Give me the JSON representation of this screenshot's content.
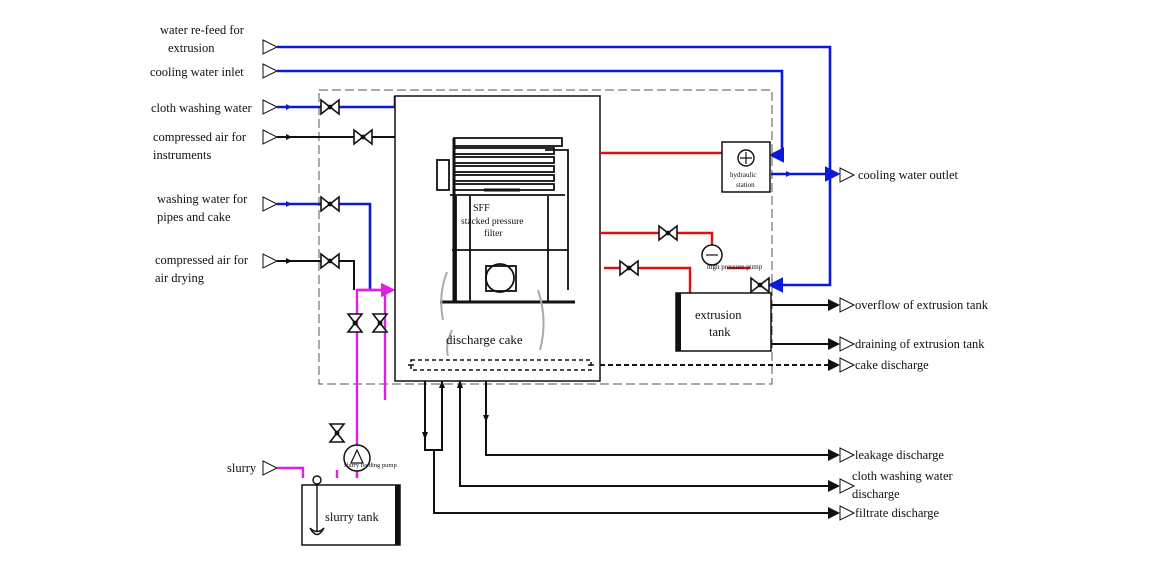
{
  "colors": {
    "water": "#0b1ad6",
    "air": "#111111",
    "hot": "#e01010",
    "slurry": "#e020e0",
    "dashed_frame": "#555555"
  },
  "inputs": {
    "water_refeed": [
      "water re-feed for",
      "extrusion"
    ],
    "cooling_water_inlet": "cooling water inlet",
    "cloth_washing_water": "cloth washing water",
    "compressed_air_instruments": [
      "compressed air for",
      "instruments"
    ],
    "washing_water_pipes_cake": [
      "washing water for",
      "pipes and cake"
    ],
    "compressed_air_drying": [
      "compressed air for",
      "air drying"
    ],
    "slurry": "slurry"
  },
  "outputs": {
    "cooling_water_outlet": "cooling water outlet",
    "overflow_extrusion_tank": "overflow of extrusion tank",
    "draining_extrusion_tank": "draining of extrusion tank",
    "cake_discharge": "cake discharge",
    "leakage_discharge": "leakage discharge",
    "cloth_washing_water_discharge": [
      "cloth washing water",
      "discharge"
    ],
    "filtrate_discharge": "filtrate discharge"
  },
  "equipment": {
    "filter": [
      "SFF",
      "stacked pressure",
      "filter"
    ],
    "discharge_cake": "discharge cake",
    "hydraulic_station": [
      "hydraulic",
      "station"
    ],
    "high_pressure_pump": "high pressure pump",
    "extrusion_tank": [
      "extrusion",
      "tank"
    ],
    "slurry_tank": "slurry tank",
    "slurry_feeding_pump": "slurry feeding pump"
  }
}
